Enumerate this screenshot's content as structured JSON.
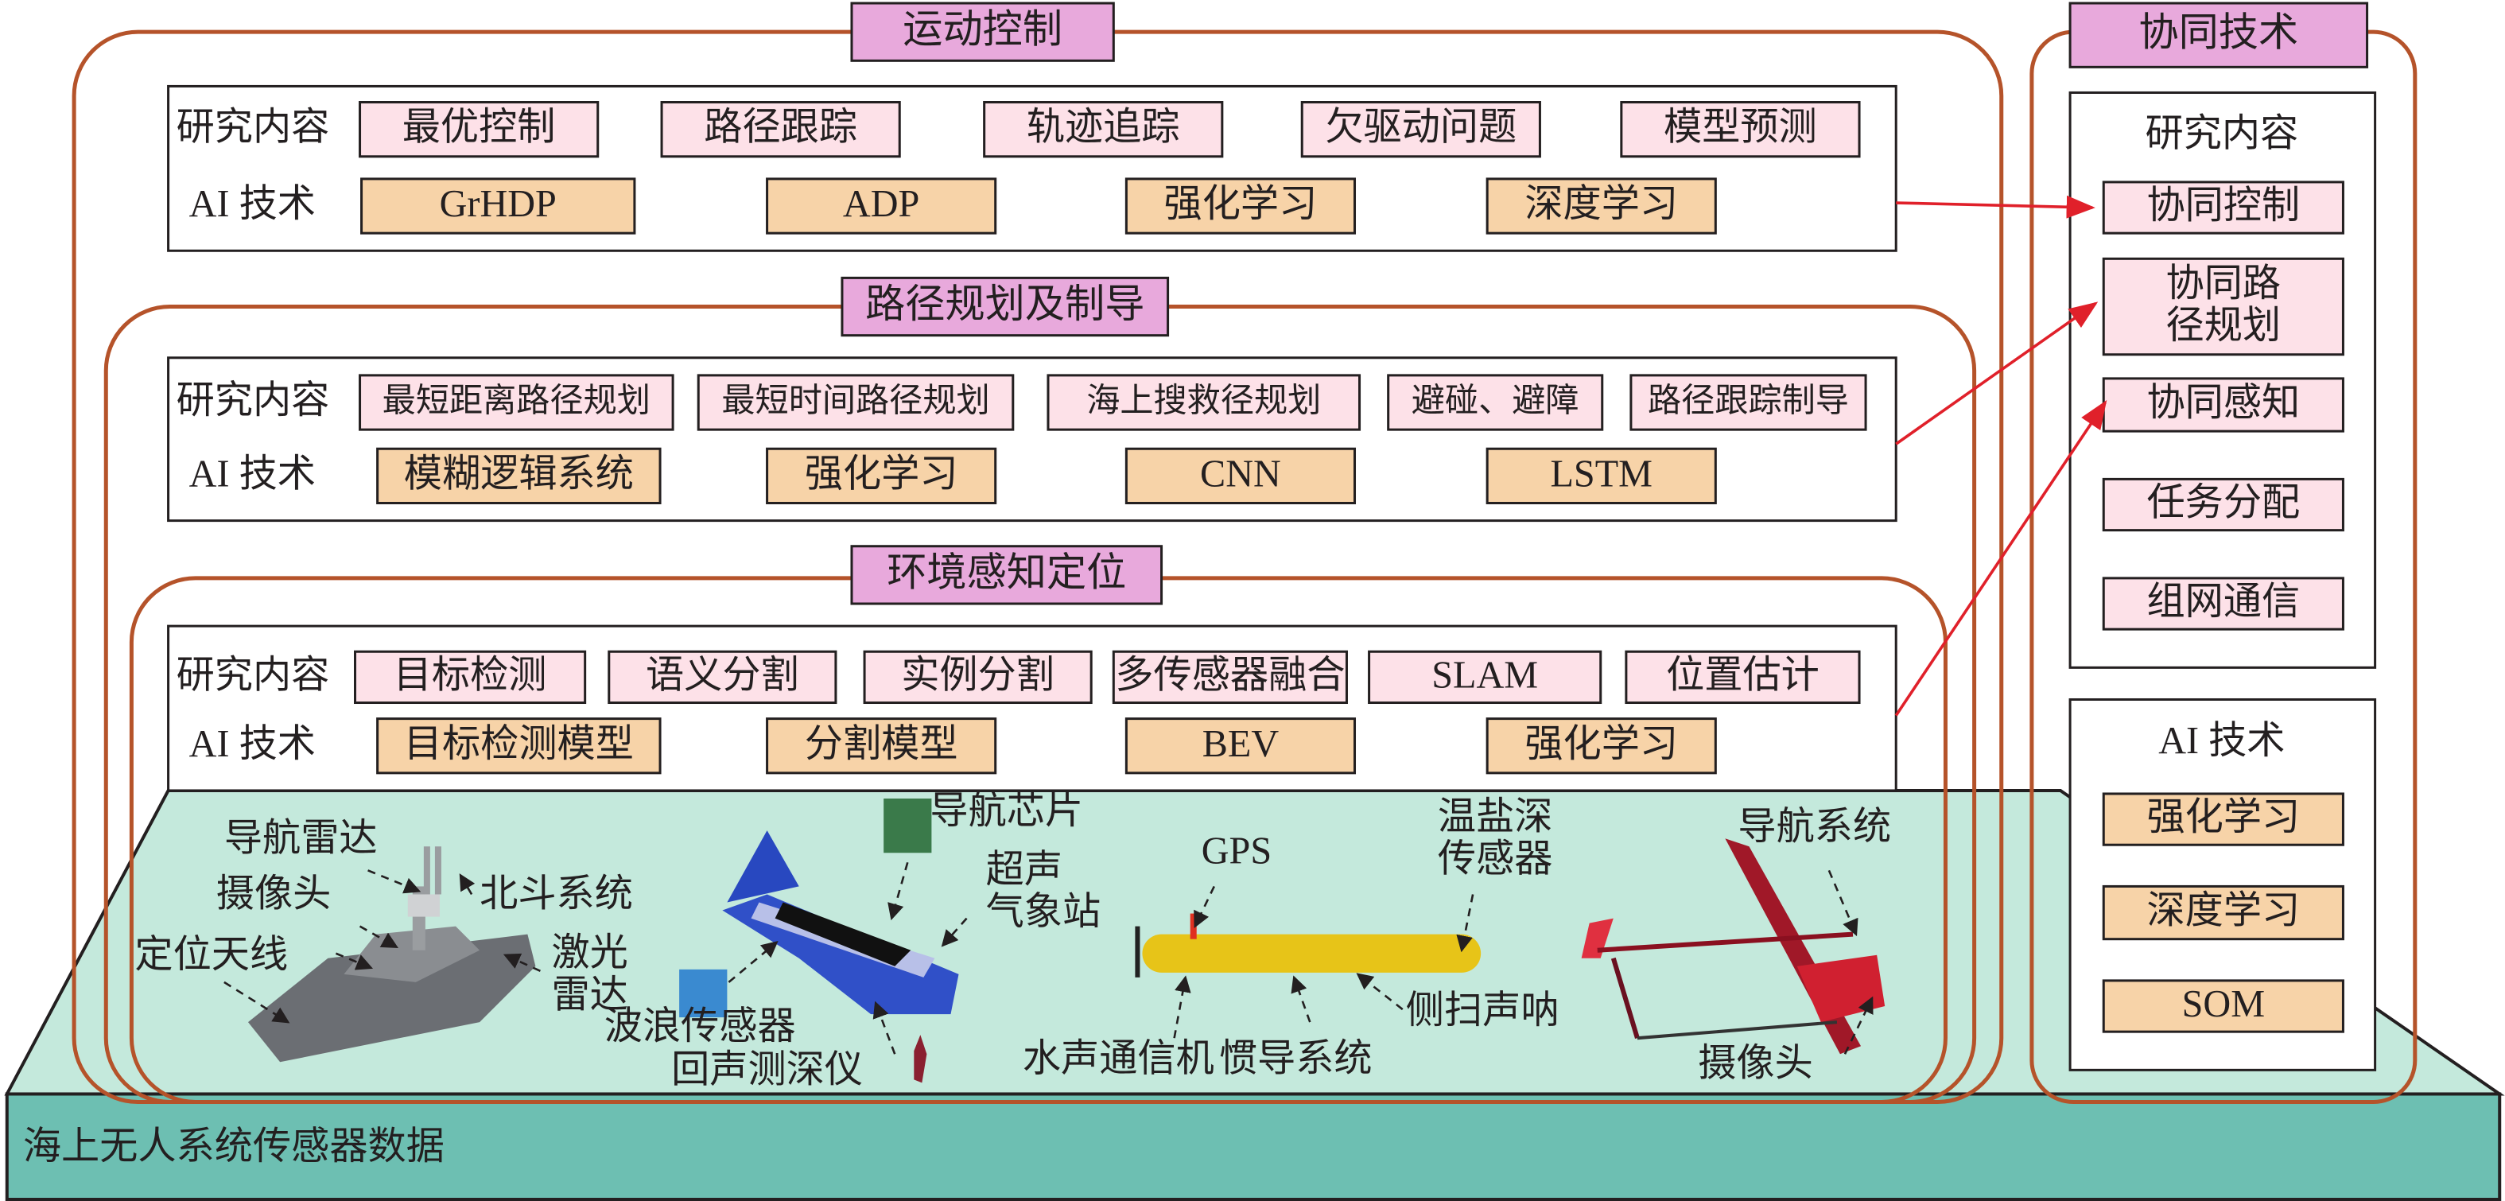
{
  "sections": {
    "motion": {
      "title": "运动控制",
      "research_label": "研究内容",
      "ai_label": "AI 技术",
      "research": [
        "最优控制",
        "路径跟踪",
        "轨迹追踪",
        "欠驱动问题",
        "模型预测"
      ],
      "ai": [
        "GrHDP",
        "ADP",
        "强化学习",
        "深度学习"
      ]
    },
    "planning": {
      "title": "路径规划及制导",
      "research_label": "研究内容",
      "ai_label": "AI 技术",
      "research": [
        "最短距离路径规划",
        "最短时间路径规划",
        "海上搜救径规划",
        "避碰、避障",
        "路径跟踪制导"
      ],
      "ai": [
        "模糊逻辑系统",
        "强化学习",
        "CNN",
        "LSTM"
      ]
    },
    "perception": {
      "title": "环境感知定位",
      "research_label": "研究内容",
      "ai_label": "AI 技术",
      "research": [
        "目标检测",
        "语义分割",
        "实例分割",
        "多传感器融合",
        "SLAM",
        "位置估计"
      ],
      "ai": [
        "目标检测模型",
        "分割模型",
        "BEV",
        "强化学习"
      ]
    }
  },
  "collab": {
    "title": "协同技术",
    "research_label": "研究内容",
    "research": [
      "协同控制",
      "协同路\n径规划",
      "协同感知",
      "任务分配",
      "组网通信"
    ],
    "ai_label": "AI 技术",
    "ai": [
      "强化学习",
      "深度学习",
      "SOM"
    ]
  },
  "sensors": {
    "ship": [
      "导航雷达",
      "摄像头",
      "北斗系统",
      "定位天线",
      "激光\n雷达"
    ],
    "usv": [
      "导航芯片",
      "超声\n气象站",
      "波浪传感器",
      "回声测深仪"
    ],
    "auv": [
      "GPS",
      "温盐深\n传感器",
      "侧扫声呐",
      "水声通信机",
      "惯导系统"
    ],
    "uav": [
      "导航系统",
      "摄像头"
    ]
  },
  "footer": "海上无人系统传感器数据",
  "colors": {
    "frame": "#b5532a",
    "title_bg": "#e8a9dc",
    "research_bg": "#fde1e8",
    "ai_bg": "#f7d3a8",
    "platform": "#c4e9dc",
    "footer_bg": "#6dbfb2",
    "arrow": "#e0202a"
  }
}
